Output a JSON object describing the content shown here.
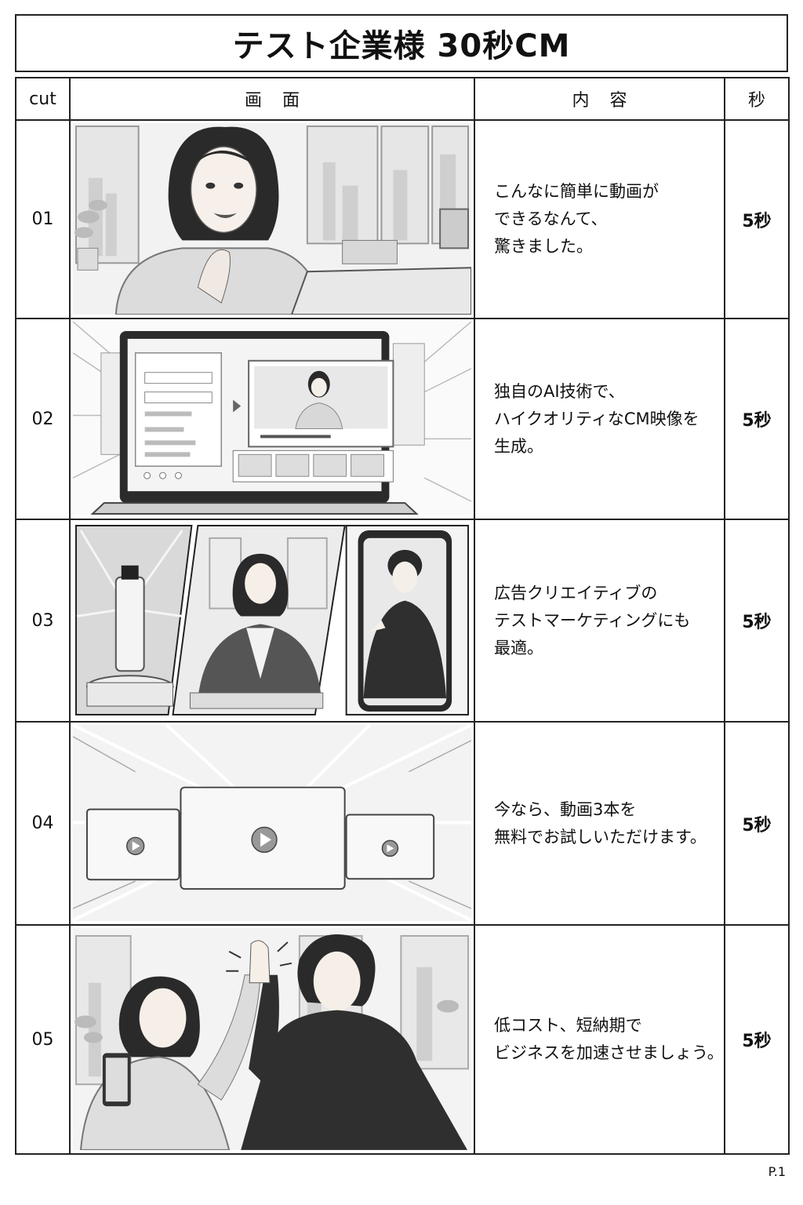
{
  "title": "テスト企業様 30秒CM",
  "headers": {
    "cut": "cut",
    "screen": "画面",
    "content": "内容",
    "seconds": "秒"
  },
  "rows": [
    {
      "cut": "01",
      "lines": [
        "こんなに簡単に動画が",
        "できるなんて、",
        "驚きました。"
      ],
      "seconds": "5秒"
    },
    {
      "cut": "02",
      "lines": [
        "独自のAI技術で、",
        "ハイクオリティなCM映像を",
        "生成。"
      ],
      "seconds": "5秒"
    },
    {
      "cut": "03",
      "lines": [
        "広告クリエイティブの",
        "テストマーケティングにも",
        "最適。"
      ],
      "seconds": "5秒"
    },
    {
      "cut": "04",
      "lines": [
        "今なら、動画3本を",
        "無料でお試しいただけます。"
      ],
      "seconds": "5秒"
    },
    {
      "cut": "05",
      "lines": [
        "低コスト、短納期で",
        "ビジネスを加速させましょう。"
      ],
      "seconds": "5秒"
    }
  ],
  "page": "P.1"
}
